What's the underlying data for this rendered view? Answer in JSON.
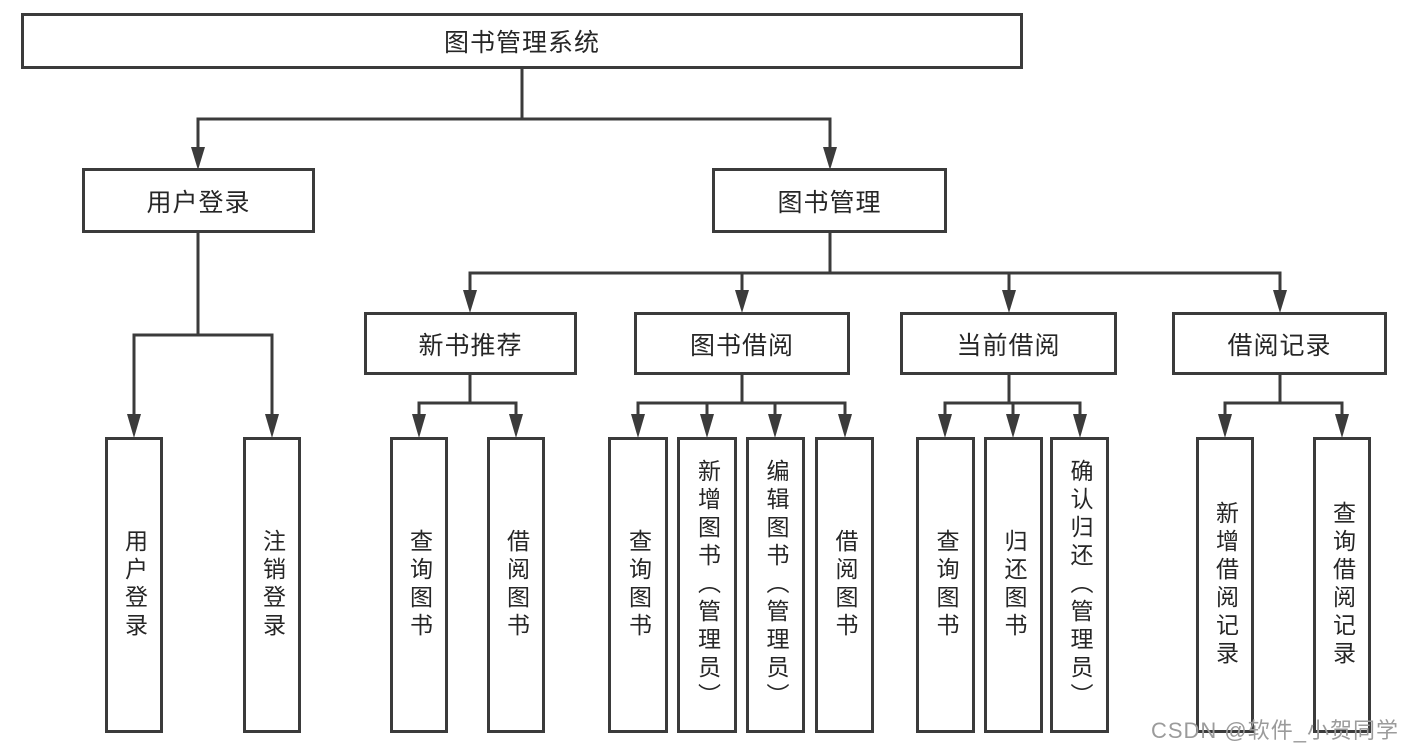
{
  "colors": {
    "line": "#3b3b3b",
    "node_border": "#3b3b3b",
    "text": "#262626",
    "background": "#ffffff",
    "watermark": "#9b9b9b"
  },
  "watermark": {
    "text": "CSDN @软件_小贺同学"
  },
  "nodes": {
    "root": "图书管理系统",
    "user_login": "用户登录",
    "book_mgmt": "图书管理",
    "new_book_rec": "新书推荐",
    "book_borrow": "图书借阅",
    "current_borrow": "当前借阅",
    "borrow_records": "借阅记录",
    "leaf_user_login": "用户登录",
    "leaf_logout": "注销登录",
    "leaf_nbr_query": "查询图书",
    "leaf_nbr_borrow": "借阅图书",
    "leaf_bb_query": "查询图书",
    "leaf_bb_add": "新增图书（管理员）",
    "leaf_bb_edit": "编辑图书（管理员）",
    "leaf_bb_borrow": "借阅图书",
    "leaf_cb_query": "查询图书",
    "leaf_cb_return": "归还图书",
    "leaf_cb_confirm": "确认归还（管理员）",
    "leaf_br_add": "新增借阅记录",
    "leaf_br_query": "查询借阅记录"
  },
  "hierarchy": {
    "label": "图书管理系统",
    "children": [
      {
        "label": "用户登录",
        "children": [
          {
            "label": "用户登录"
          },
          {
            "label": "注销登录"
          }
        ]
      },
      {
        "label": "图书管理",
        "children": [
          {
            "label": "新书推荐",
            "children": [
              {
                "label": "查询图书"
              },
              {
                "label": "借阅图书"
              }
            ]
          },
          {
            "label": "图书借阅",
            "children": [
              {
                "label": "查询图书"
              },
              {
                "label": "新增图书（管理员）"
              },
              {
                "label": "编辑图书（管理员）"
              },
              {
                "label": "借阅图书"
              }
            ]
          },
          {
            "label": "当前借阅",
            "children": [
              {
                "label": "查询图书"
              },
              {
                "label": "归还图书"
              },
              {
                "label": "确认归还（管理员）"
              }
            ]
          },
          {
            "label": "借阅记录",
            "children": [
              {
                "label": "新增借阅记录"
              },
              {
                "label": "查询借阅记录"
              }
            ]
          }
        ]
      }
    ]
  }
}
